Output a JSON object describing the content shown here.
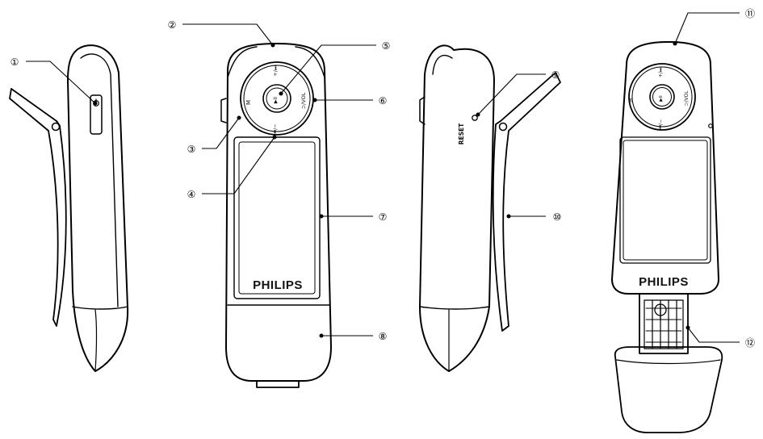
{
  "brand": "PHILIPS",
  "labels": {
    "reset": "RESET",
    "menu": "M",
    "back_vol": "⊃/VOL",
    "next": "+/⏭",
    "prev": "⏮/−",
    "play": "▶II"
  },
  "callouts": [
    {
      "id": "1",
      "text": "①"
    },
    {
      "id": "2",
      "text": "②"
    },
    {
      "id": "3",
      "text": "③"
    },
    {
      "id": "4",
      "text": "④"
    },
    {
      "id": "5",
      "text": "⑤"
    },
    {
      "id": "6",
      "text": "⑥"
    },
    {
      "id": "7",
      "text": "⑦"
    },
    {
      "id": "8",
      "text": "⑧"
    },
    {
      "id": "9",
      "text": "⑨"
    },
    {
      "id": "10",
      "text": "⑩"
    },
    {
      "id": "11",
      "text": "⑪"
    },
    {
      "id": "12",
      "text": "⑫"
    }
  ]
}
